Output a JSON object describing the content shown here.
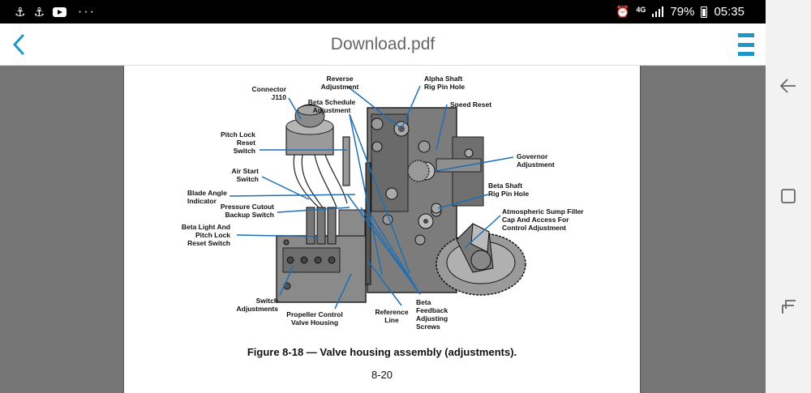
{
  "status_bar": {
    "left_icons": [
      "usb-icon",
      "usb-icon",
      "youtube-icon"
    ],
    "more": "···",
    "network": "4G",
    "battery": "79%",
    "time": "05:35"
  },
  "header": {
    "title": "Download.pdf"
  },
  "document": {
    "labels": {
      "connector": "Connector\nJ110",
      "reverse": "Reverse\nAdjustment",
      "alpha": "Alpha Shaft\nRig Pin Hole",
      "beta_schedule": "Beta Schedule\nAdjustment",
      "speed_reset": "Speed Reset",
      "pitch_lock": "Pitch Lock\nReset\nSwitch",
      "governor": "Governor\nAdjustment",
      "air_start": "Air Start\nSwitch",
      "beta_shaft": "Beta Shaft\nRig Pin Hole",
      "blade_angle": "Blade Angle\nIndicator",
      "pressure_cutout": "Pressure Cutout\nBackup Switch",
      "atmospheric": "Atmospheric Sump Filler\nCap And Access For\nControl Adjustment",
      "beta_light": "Beta Light And\nPitch Lock\nReset Switch",
      "switch_adj": "Switch\nAdjustments",
      "prop_control": "Propeller Control\nValve Housing",
      "reference": "Reference\nLine",
      "beta_feedback": "Beta\nFeedback\nAdjusting\nScrews"
    },
    "caption": "Figure 8-18 — Valve housing assembly (adjustments).",
    "page_number": "8-20"
  },
  "colors": {
    "accent": "#1e96c8",
    "leader": "#1f6fb4",
    "viewer_bg": "#757575"
  }
}
